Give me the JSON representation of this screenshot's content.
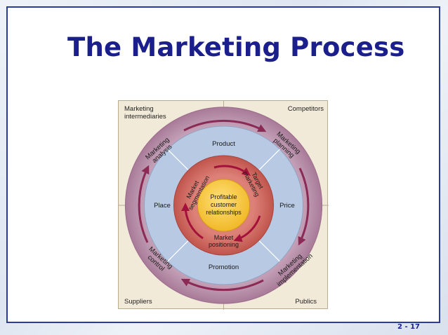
{
  "slide": {
    "title": "The Marketing Process",
    "page_number": "2 - 17"
  },
  "diagram": {
    "corners": {
      "top_left": "Marketing intermediaries",
      "top_left_line1": "Marketing",
      "top_left_line2": "intermediaries",
      "top_right": "Competitors",
      "bottom_left": "Suppliers",
      "bottom_right": "Publics"
    },
    "outer_ring": {
      "analysis_line1": "Marketing",
      "analysis_line2": "analysis",
      "planning_line1": "Marketing",
      "planning_line2": "planning",
      "implementation_line1": "Marketing",
      "implementation_line2": "implementation",
      "control_line1": "Marketing",
      "control_line2": "control"
    },
    "mix_ring": {
      "product": "Product",
      "price": "Price",
      "promotion": "Promotion",
      "place": "Place"
    },
    "inner_ring": {
      "segmentation_line1": "Market",
      "segmentation_line2": "segmentation",
      "targeting_line1": "Target",
      "targeting_line2": "marketing",
      "positioning_line1": "Market",
      "positioning_line2": "positioning"
    },
    "center": {
      "line1": "Profitable",
      "line2": "customer",
      "line3": "relationships"
    },
    "colors": {
      "background": "#f2ead9",
      "outer_ring": "#c9a7bd",
      "outer_ring_dark": "#9e6f8e",
      "mix_ring": "#b8c9e3",
      "inner_ring": "#d9776f",
      "inner_ring_dark": "#b0463f",
      "center": "#f6c94a",
      "arrow": "#8a2a55"
    }
  }
}
